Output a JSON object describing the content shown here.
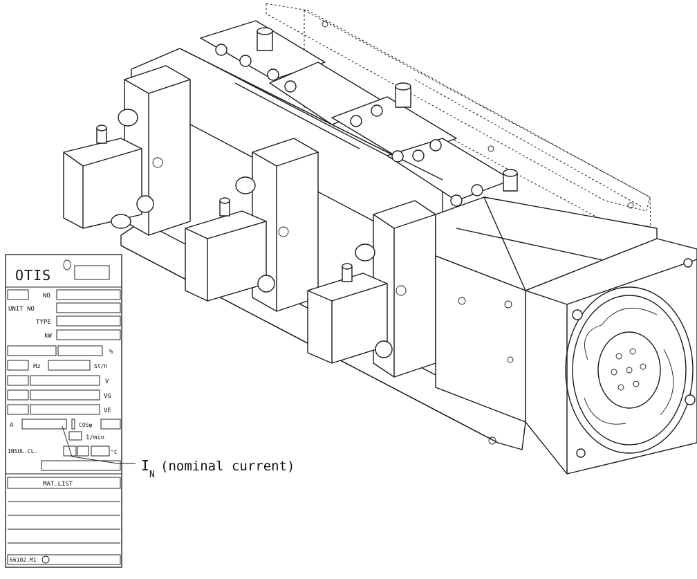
{
  "nameplate": {
    "brand": "OTIS",
    "no_label": "NO",
    "unit_no_label": "UNIT NO",
    "type_label": "TYPE",
    "kw_label": "kW",
    "percent_label": "%",
    "hz_label": "Hz",
    "st_h_label": "St/h",
    "v_label": "V",
    "vg_label": "VG",
    "ve_label": "VE",
    "a_label": "A",
    "cos_label": "COSφ",
    "rpm_label": "1/min",
    "insul_label": "INSUL.CL.",
    "celsius_label": "°C",
    "mat_list_label": "MAT.LIST",
    "serial": "66102.M1"
  },
  "callout": {
    "symbol": "I",
    "subscript": "N",
    "text": "(nominal current)"
  }
}
